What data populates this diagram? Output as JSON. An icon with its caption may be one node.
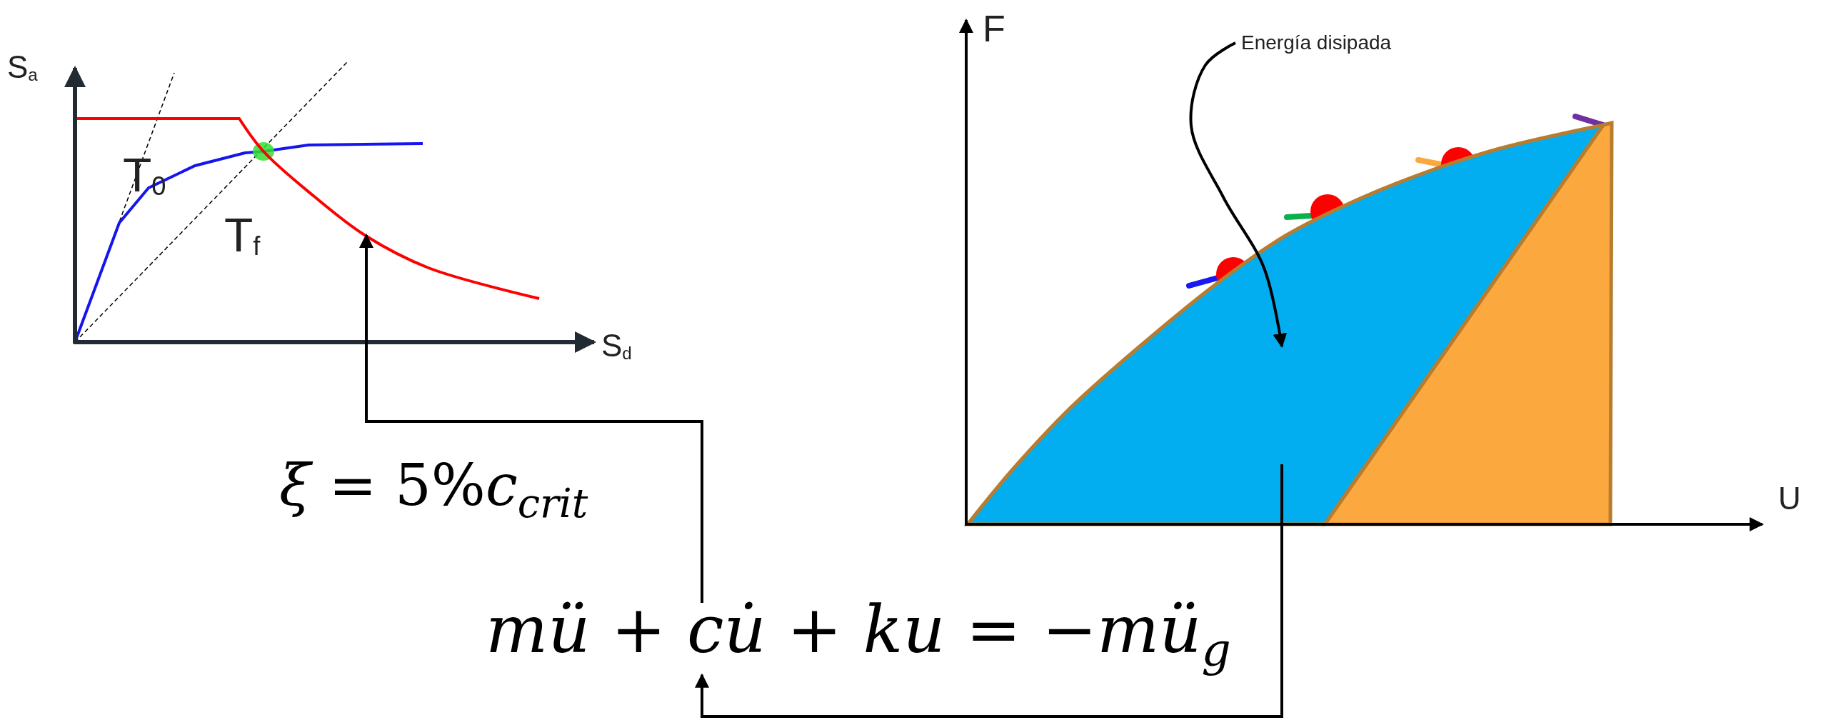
{
  "diagram": {
    "nodes": [
      {
        "text": [],
        "shape": "curve"
      },
      {
        "text": [
          "*mü* + *cu̇* + *ku* = −*mü*$_{g}$"
        ]
      },
      {
        "text": [
          "Energía disipada"
        ]
      },
      {
        "text": [],
        "shape": "area"
      }
    ],
    "edges": [
      {
        "from": 1,
        "to": 0,
        "arrow": "to"
      },
      {
        "from": 3,
        "to": 1,
        "arrow": "to"
      },
      {
        "from": 2,
        "to": 3,
        "arrow": "to"
      }
    ],
    "labels": [
      "S$_{a}$",
      "T$_{0}$",
      "T$_{f}$",
      "S$_{d}$",
      "*ξ* = 5%*c*$_{crit}$",
      "F",
      "U"
    ]
  }
}
